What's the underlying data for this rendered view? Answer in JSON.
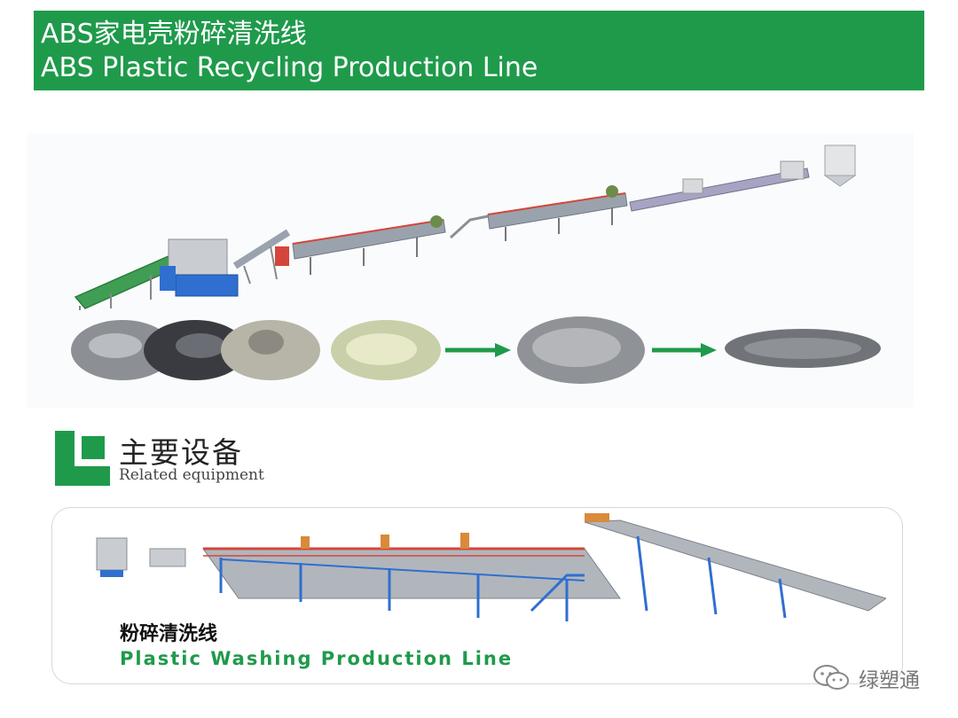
{
  "header": {
    "title_cn": "ABS家电壳粉碎清洗线",
    "title_en": "ABS Plastic Recycling Production Line"
  },
  "section": {
    "title_cn": "主要设备",
    "title_en": "Related equipment"
  },
  "card": {
    "title_cn": "粉碎清洗线",
    "title_en": "Plastic Washing Production Line"
  },
  "watermark": {
    "text": "绿塑通",
    "icon": "wechat-icon"
  },
  "colors": {
    "brand_green": "#1f9a4b",
    "frame_red": "#d4463b",
    "frame_blue": "#2f6fd0",
    "steel_gray": "#9aa3ad"
  }
}
